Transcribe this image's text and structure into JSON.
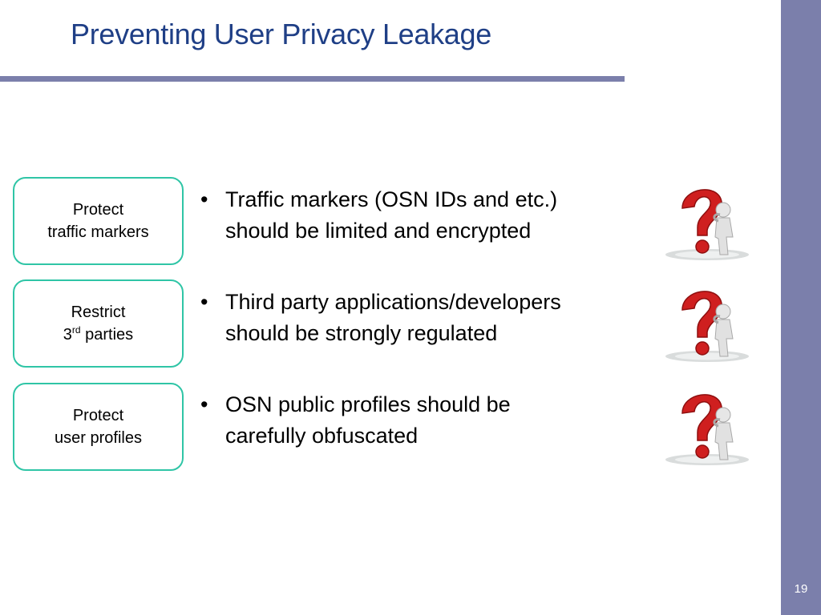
{
  "slide": {
    "title": "Preventing User Privacy Leakage",
    "page_number": "19"
  },
  "boxes": [
    {
      "line1": "Protect",
      "line2": "traffic markers"
    },
    {
      "line1": "Restrict",
      "line2_pre": "3",
      "line2_sup": "rd",
      "line2_post": " parties"
    },
    {
      "line1": "Protect",
      "line2": "user profiles"
    }
  ],
  "bullets": [
    {
      "line1": "Traffic markers (OSN IDs and etc.)",
      "line2": "should be limited and encrypted"
    },
    {
      "line1": "Third party applications/developers",
      "line2": "should be strongly regulated"
    },
    {
      "line1": "OSN public profiles should be",
      "line2": "carefully obfuscated"
    }
  ],
  "icons": [
    "question-mark-person-icon",
    "question-mark-person-icon",
    "question-mark-person-icon"
  ],
  "colors": {
    "title": "#1f3f86",
    "accent_bar": "#7b7fab",
    "box_border": "#2fc5a6",
    "question_mark": "#d42020"
  }
}
